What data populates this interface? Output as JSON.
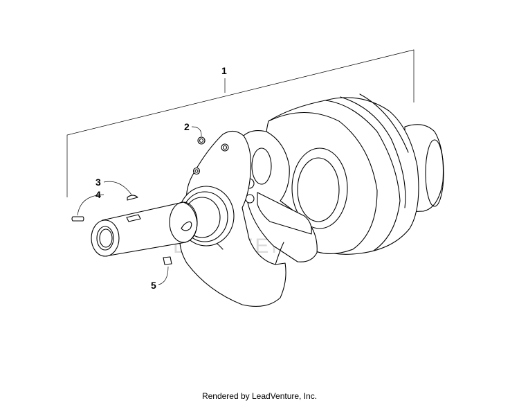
{
  "callouts": {
    "c1": "1",
    "c2": "2",
    "c3": "3",
    "c4": "4",
    "c5": "5"
  },
  "footer": "Rendered by LeadVenture, Inc.",
  "watermark_text": "LEADVENTURE"
}
